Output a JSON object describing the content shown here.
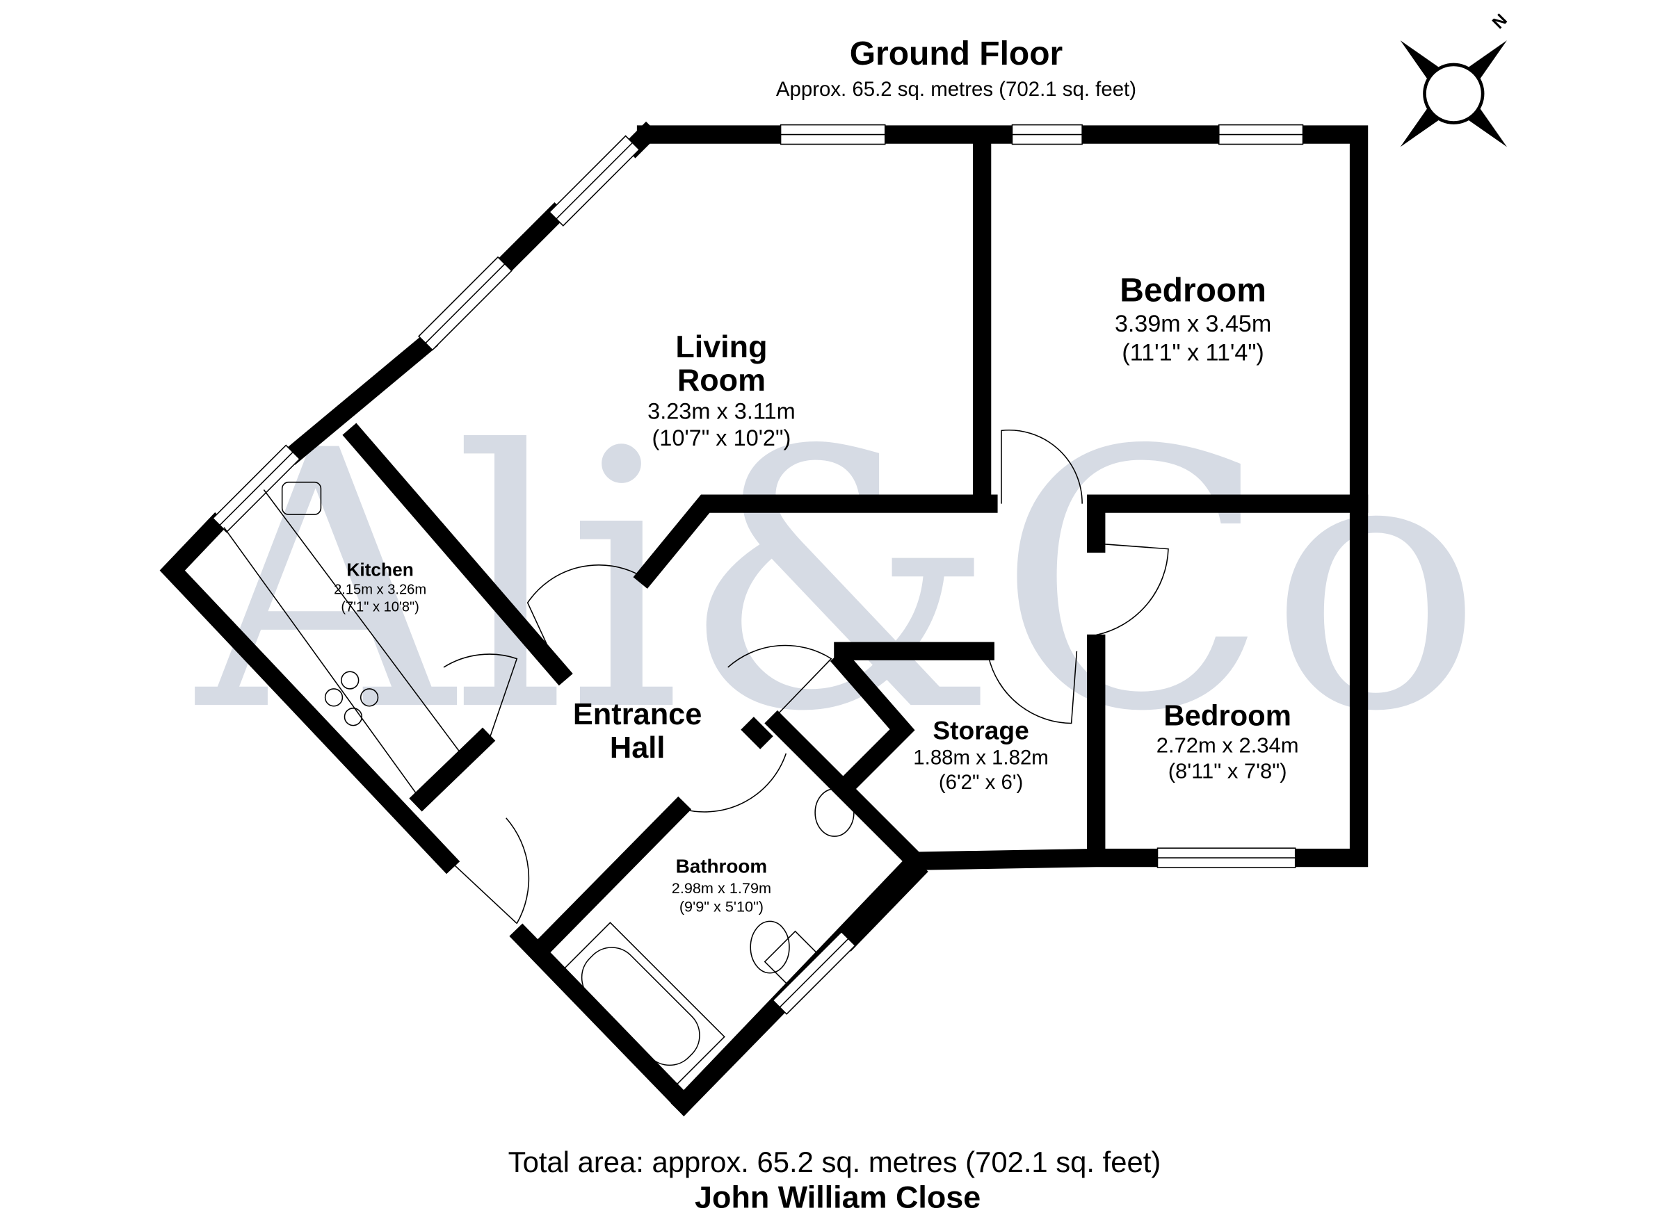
{
  "header": {
    "title": "Ground Floor",
    "subtitle": "Approx. 65.2 sq. metres (702.1 sq. feet)"
  },
  "watermark": "Ali&Co",
  "compass": {
    "label": "N"
  },
  "rooms": {
    "living": {
      "name_line1": "Living",
      "name_line2": "Room",
      "metric": "3.23m x 3.11m",
      "imperial": "(10'7\" x 10'2\")"
    },
    "bedroom1": {
      "name": "Bedroom",
      "metric": "3.39m x 3.45m",
      "imperial": "(11'1\" x 11'4\")"
    },
    "kitchen": {
      "name": "Kitchen",
      "metric": "2.15m x 3.26m",
      "imperial": "(7'1\" x 10'8\")"
    },
    "hall": {
      "name_line1": "Entrance",
      "name_line2": "Hall"
    },
    "storage": {
      "name": "Storage",
      "metric": "1.88m x 1.82m",
      "imperial": "(6'2\" x 6')"
    },
    "bedroom2": {
      "name": "Bedroom",
      "metric": "2.72m x 2.34m",
      "imperial": "(8'11\" x 7'8\")"
    },
    "bathroom": {
      "name": "Bathroom",
      "metric": "2.98m x 1.79m",
      "imperial": "(9'9\" x 5'10\")"
    }
  },
  "footer": {
    "total_area": "Total area: approx. 65.2 sq. metres (702.1 sq. feet)",
    "address": "John William Close"
  },
  "colors": {
    "wall": "#000000",
    "watermark": "#d6dbe4"
  }
}
